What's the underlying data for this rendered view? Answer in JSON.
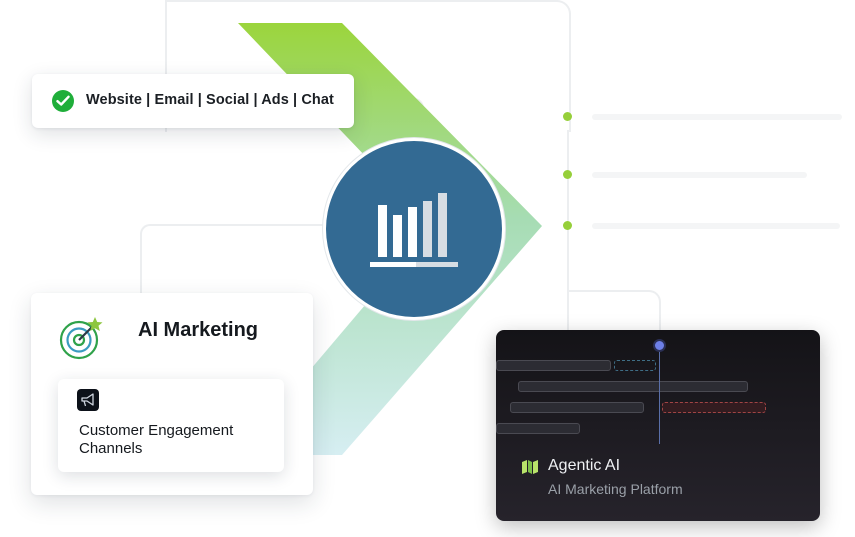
{
  "channels_pill": {
    "text": "Website | Email | Social | Ads | Chat",
    "icon": "check-circle-icon"
  },
  "hub": {
    "icon": "bar-chart-icon"
  },
  "marketing_card": {
    "title": "AI Marketing",
    "icon": "target-icon",
    "sub_card": {
      "icon": "megaphone-icon",
      "label": "Customer Engagement Channels"
    }
  },
  "agentic_card": {
    "name": "Agentic AI",
    "subtitle": "AI Marketing Platform",
    "icon": "map-icon"
  },
  "colors": {
    "accent_green": "#96cf3a",
    "hub_blue": "#336a93",
    "check_green": "#1fae3a",
    "dark_card": "#1c1b20"
  }
}
